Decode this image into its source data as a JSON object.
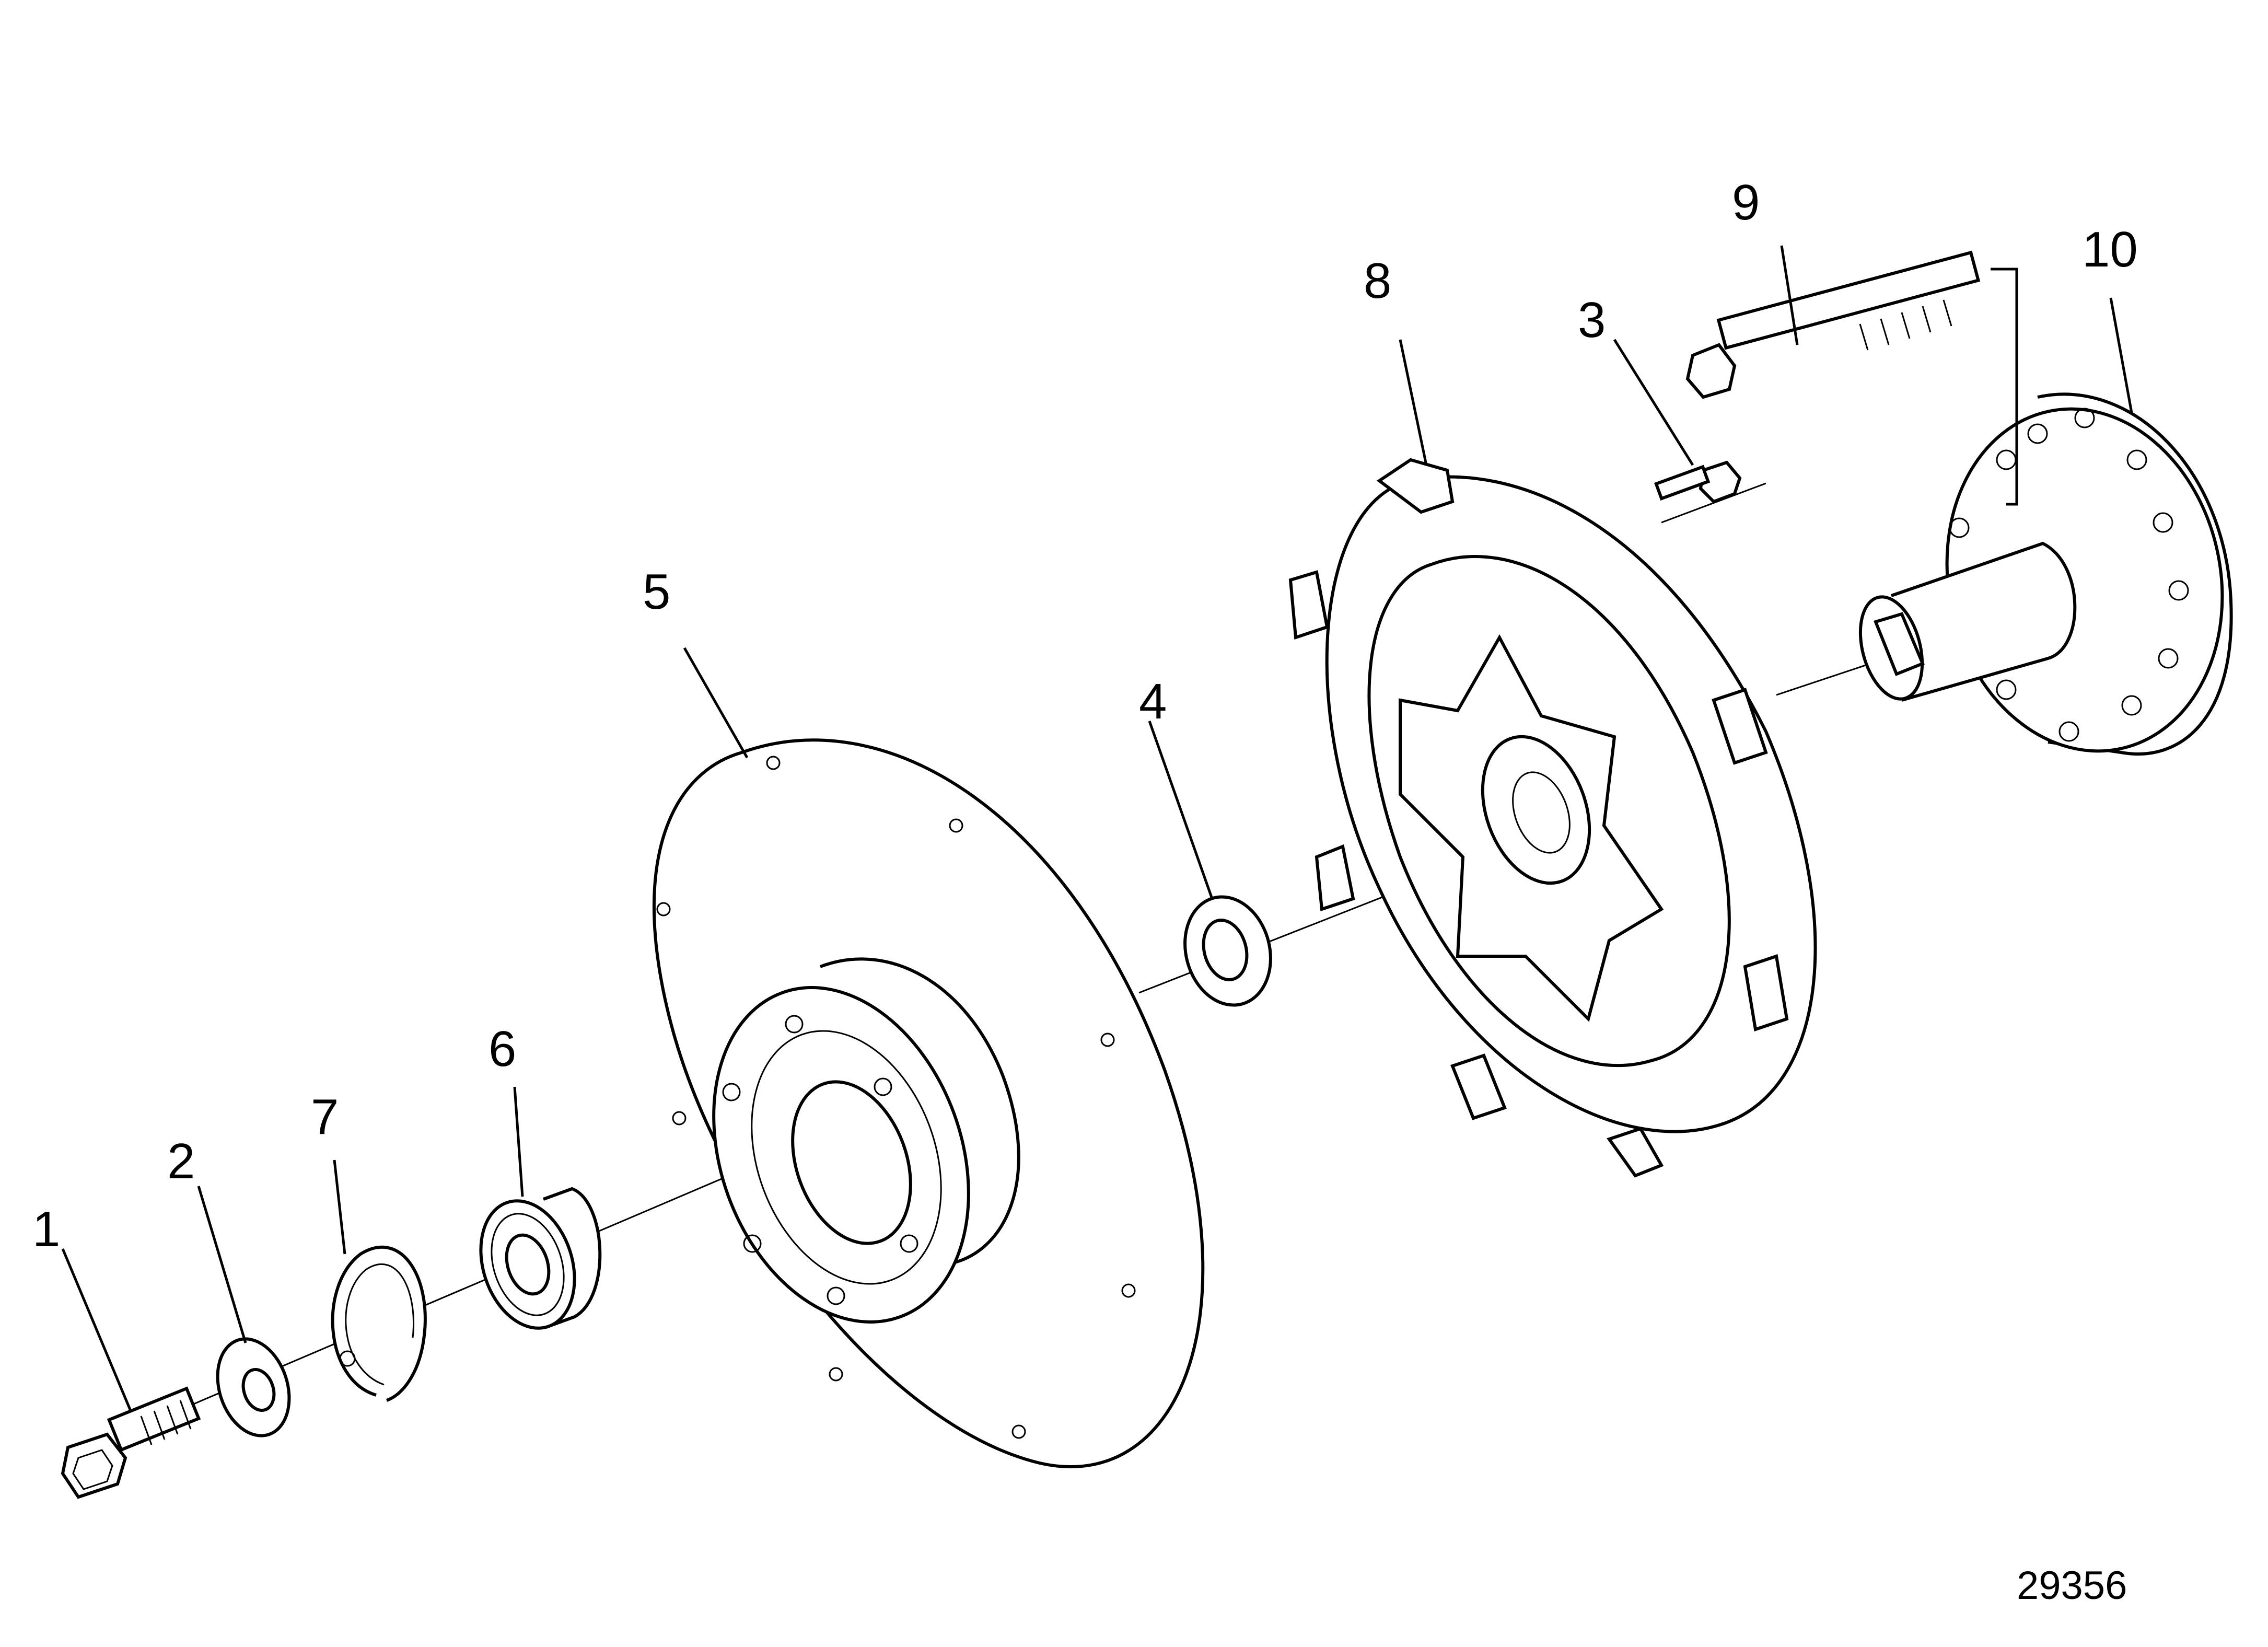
{
  "callouts": [
    {
      "label": "1"
    },
    {
      "label": "2"
    },
    {
      "label": "7"
    },
    {
      "label": "6"
    },
    {
      "label": "5"
    },
    {
      "label": "4"
    },
    {
      "label": "8"
    },
    {
      "label": "3"
    },
    {
      "label": "9"
    },
    {
      "label": "10"
    }
  ],
  "figure_id": "29356"
}
